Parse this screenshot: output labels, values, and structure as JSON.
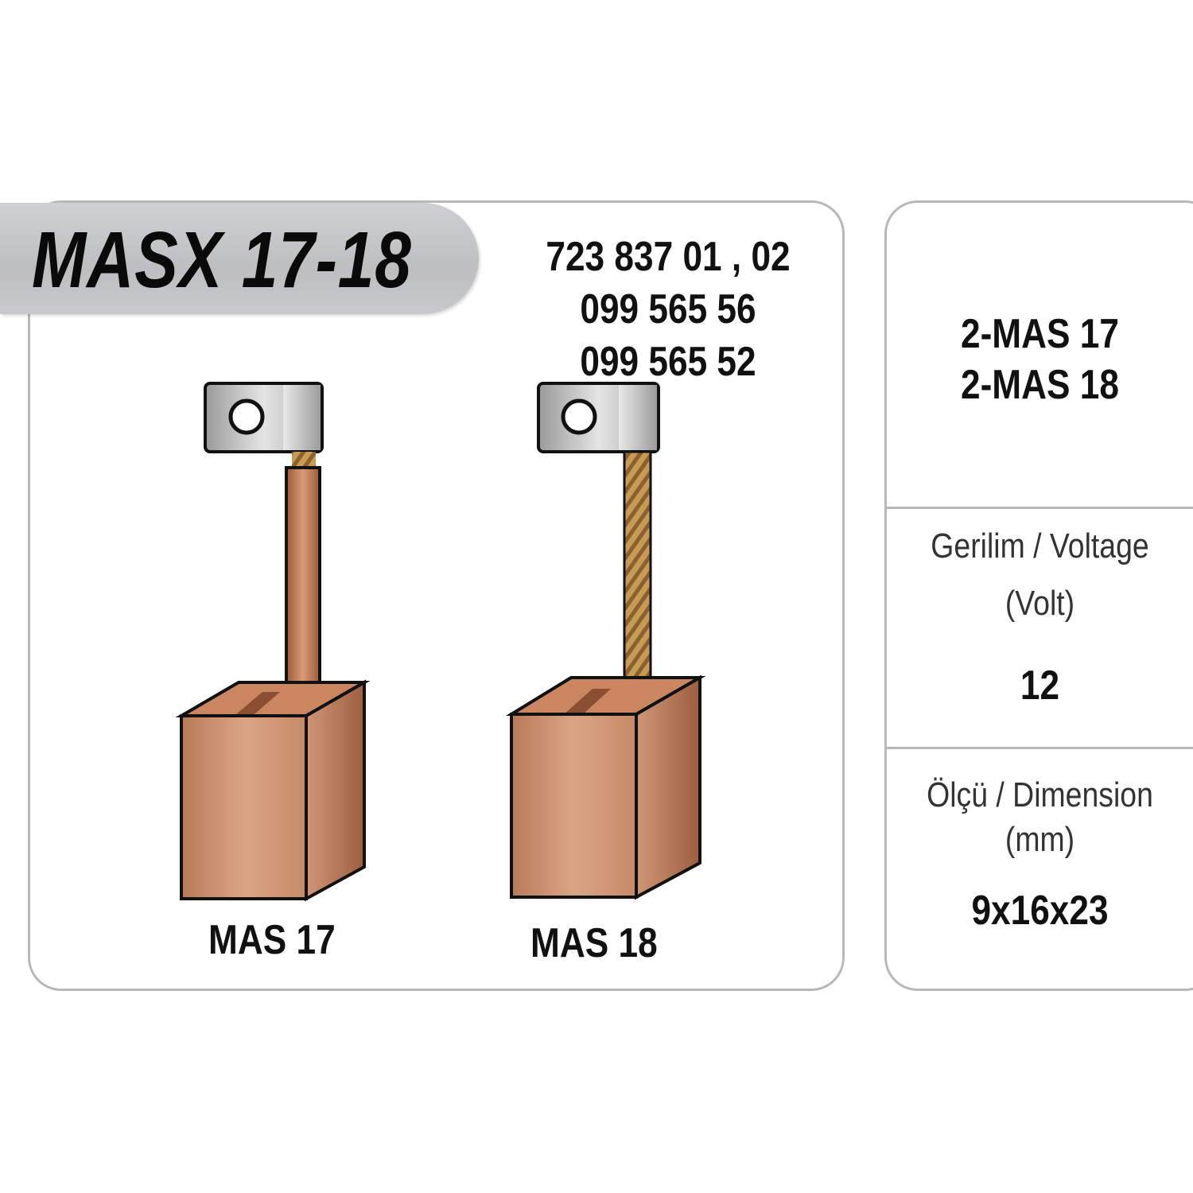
{
  "title": "MASX 17-18",
  "part_numbers": [
    "723 837 01 , 02",
    "099 565 56",
    "099 565 52"
  ],
  "products": [
    {
      "label": "MAS 17",
      "wire": "plain"
    },
    {
      "label": "MAS 18",
      "wire": "braided"
    }
  ],
  "contents": [
    "2-MAS 17",
    "2-MAS 18"
  ],
  "voltage": {
    "label": "Gerilim / Voltage",
    "unit": "(Volt)",
    "value": "12"
  },
  "dimension": {
    "label": "Ölçü / Dimension",
    "unit": "(mm)",
    "value": "9x16x23"
  },
  "colors": {
    "border": "#b8b8b8",
    "pill": "#c4c5c7",
    "carbon": "#c98a68",
    "copper": "#b8704a"
  }
}
